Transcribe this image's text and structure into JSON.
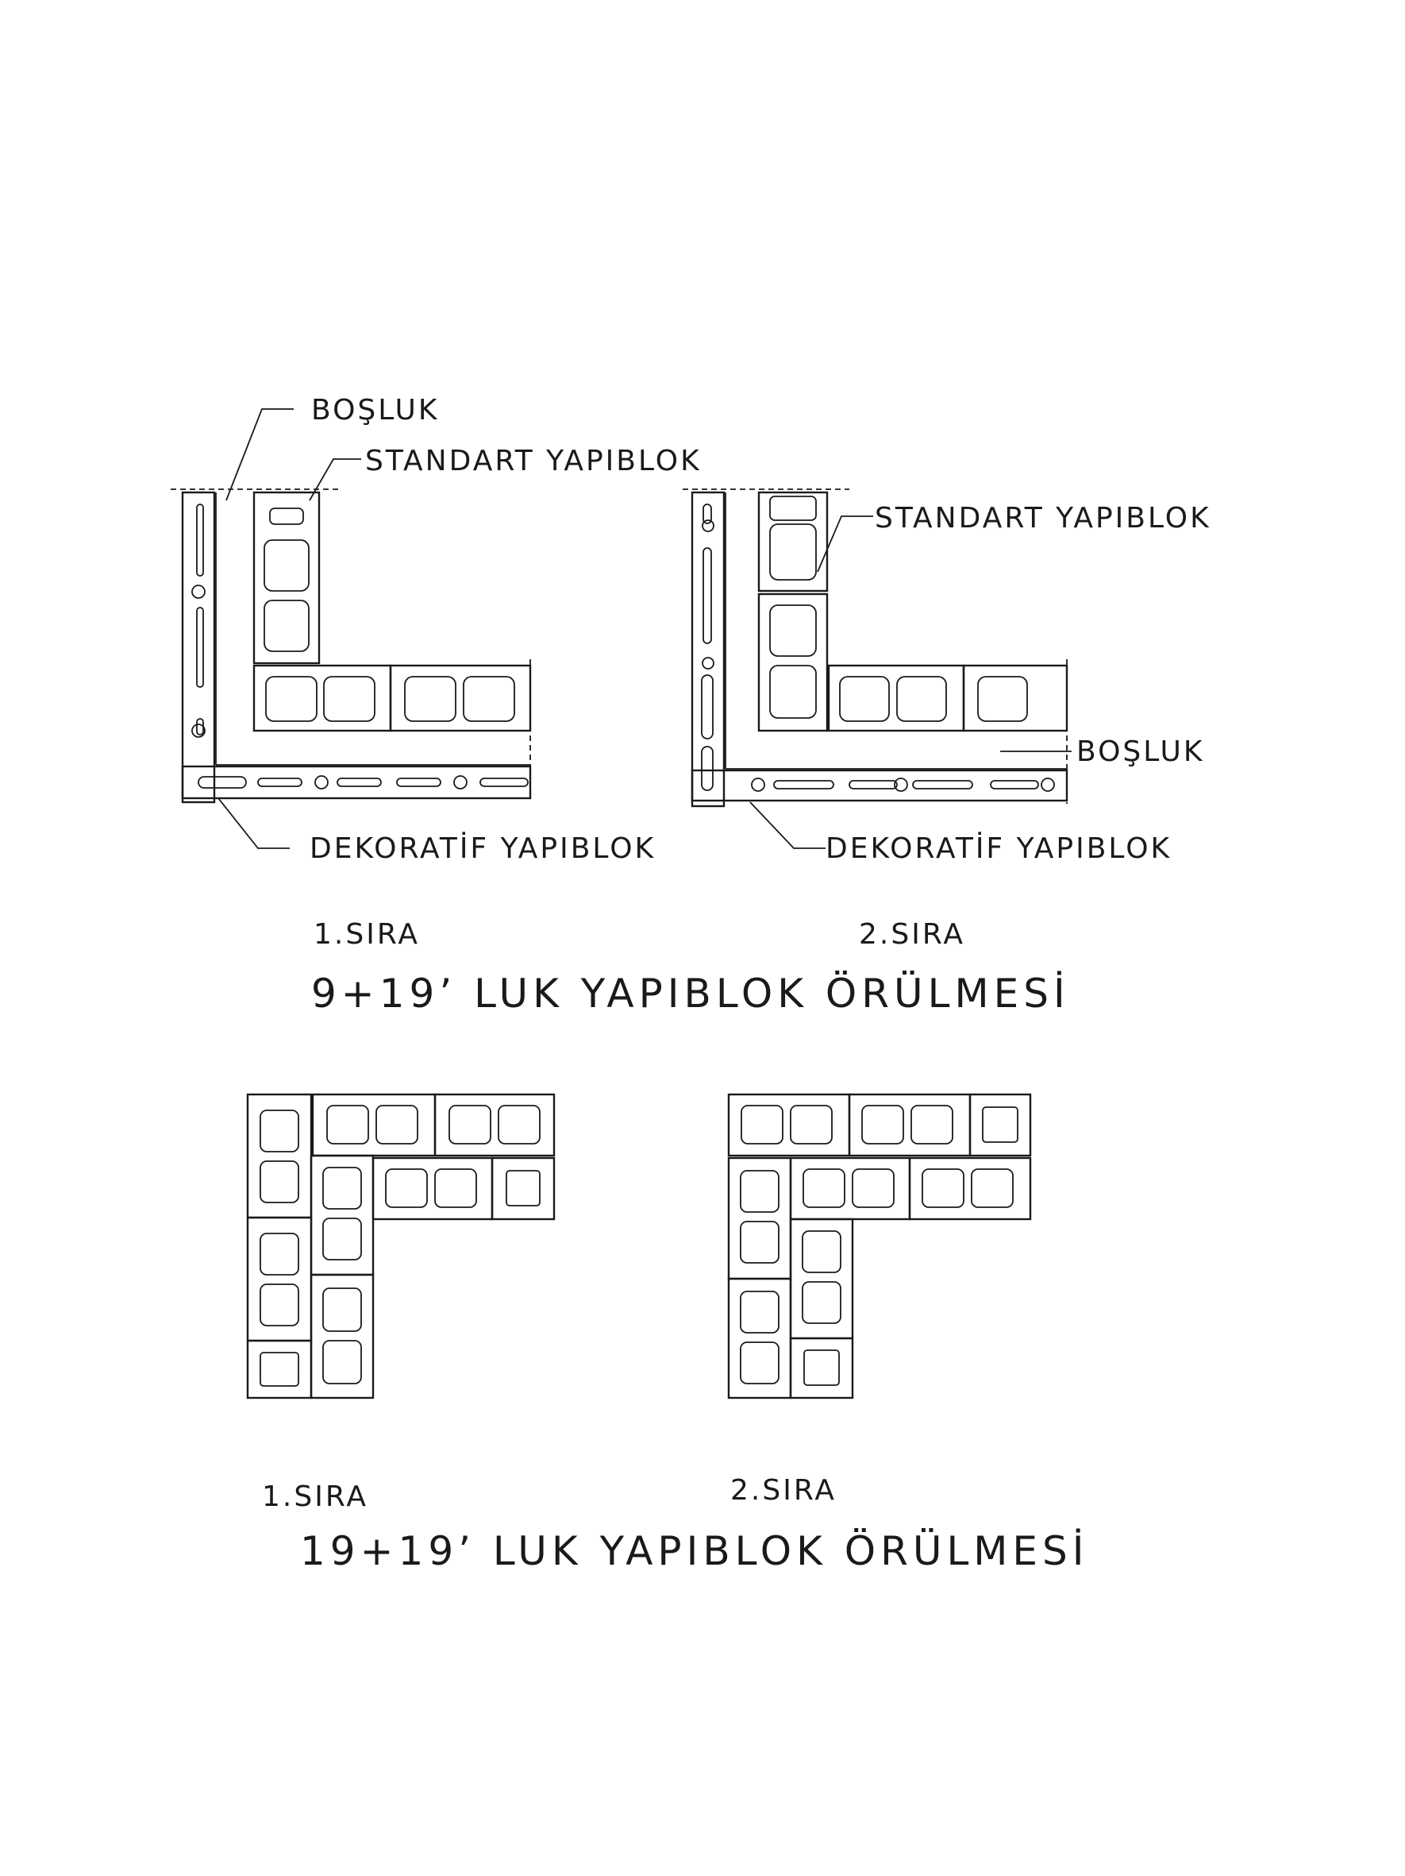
{
  "top_section": {
    "title": "9+19’ LUK YAPIBLOK ÖRÜLMESİ",
    "left": {
      "row_label": "1.SIRA",
      "callouts": {
        "gap": "BOŞLUK",
        "standard_block": "STANDART YAPIBLOK",
        "decorative_block": "DEKORATİF YAPIBLOK"
      }
    },
    "right": {
      "row_label": "2.SIRA",
      "callouts": {
        "standard_block": "STANDART YAPIBLOK",
        "gap": "BOŞLUK",
        "decorative_block": "DEKORATİF YAPIBLOK"
      }
    }
  },
  "bottom_section": {
    "title": "19+19’ LUK YAPIBLOK ÖRÜLMESİ",
    "left": {
      "row_label": "1.SIRA"
    },
    "right": {
      "row_label": "2.SIRA"
    }
  }
}
